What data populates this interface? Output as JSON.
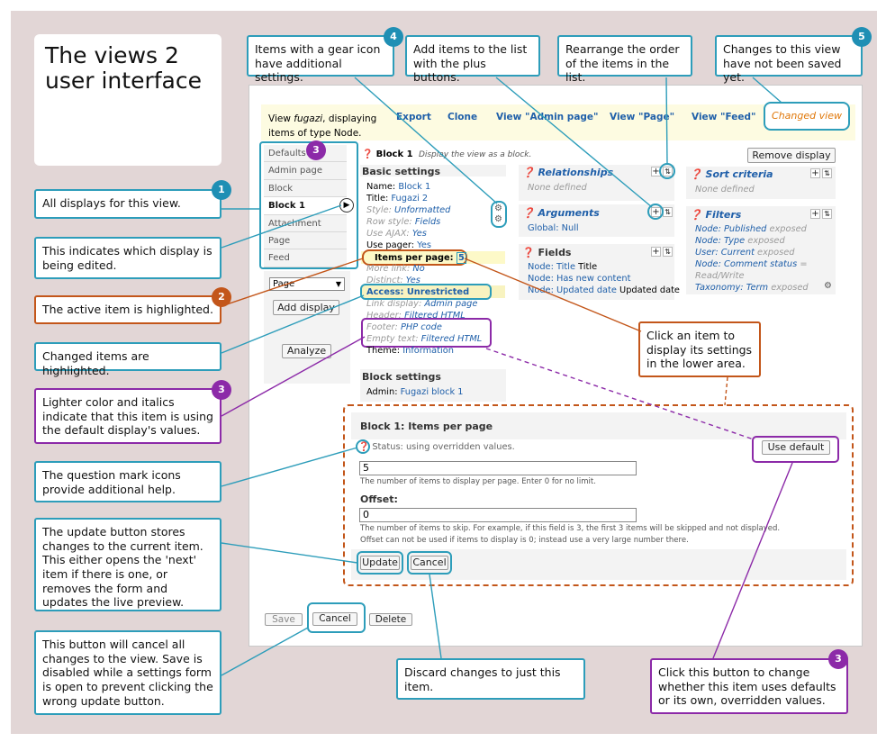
{
  "title": [
    "The views 2",
    "user interface"
  ],
  "callouts": {
    "c1": "All displays for this view.",
    "c_display": "This indicates which display is being edited.",
    "c2": "The active item is highlighted.",
    "c_changed": "Changed items are highlighted.",
    "c3": "Lighter color and italics indicate that this item is using the default display's values.",
    "c_question": "The question mark icons provide additional help.",
    "c_update": "The update button stores changes to the current item. This either opens the 'next' item if there is one, or removes the form and updates the live preview.",
    "c_cancel_all": "This button will cancel all changes to the view. Save is disabled while a settings form is open to prevent clicking the wrong update button.",
    "c_discard": "Discard changes to just this item.",
    "c_default": "Click this button to change whether this item uses defaults or its own, overridden values.",
    "c_click": "Click an item to display its settings in the lower area.",
    "c4": "Items with a gear icon have additional settings.",
    "c_plus": "Add items to the list with the plus buttons.",
    "c_rearrange": "Rearrange the order of the items in the list.",
    "c5": "Changes to this view have not been saved yet."
  },
  "badges": {
    "b1": "1",
    "b2": "2",
    "b3a": "3",
    "b3b": "3",
    "b3c": "3",
    "b4": "4",
    "b5": "5"
  },
  "header": {
    "view_prefix": "View ",
    "view_name": "fugazi",
    "view_suffix": ", displaying items of type Node.",
    "export": "Export",
    "clone": "Clone",
    "view_admin": "View \"Admin page\"",
    "view_page": "View \"Page\"",
    "view_feed": "View \"Feed\"",
    "changed": "Changed view"
  },
  "tabs": [
    "Defaults",
    "Admin page",
    "Block",
    "Block 1",
    "Attachment",
    "Page",
    "Feed"
  ],
  "left": {
    "select": "Page",
    "add_display": "Add display",
    "analyze": "Analyze"
  },
  "display": {
    "name": "Block 1",
    "desc": "Display the view as a block.",
    "remove": "Remove display"
  },
  "basic": {
    "heading": "Basic settings",
    "rows": [
      {
        "k": "Name:",
        "v": "Block 1"
      },
      {
        "k": "Title:",
        "v": "Fugazi 2"
      },
      {
        "k": "Style:",
        "v": "Unformatted"
      },
      {
        "k": "Row style:",
        "v": "Fields"
      },
      {
        "k": "Use AJAX:",
        "v": "Yes"
      },
      {
        "k": "Use pager:",
        "v": "Yes"
      }
    ],
    "items_per_page": "Items per page:",
    "items_val": "5",
    "more_link": {
      "k": "More link:",
      "v": "No"
    },
    "distinct": {
      "k": "Distinct:",
      "v": "Yes"
    },
    "access": "Access: Unrestricted",
    "link_display": {
      "k": "Link display:",
      "v": "Admin page"
    },
    "header": {
      "k": "Header:",
      "v": "Filtered HTML"
    },
    "footer": {
      "k": "Footer:",
      "v": "PHP code"
    },
    "empty": {
      "k": "Empty text:",
      "v": "Filtered HTML"
    },
    "theme": {
      "k": "Theme:",
      "v": "Information"
    }
  },
  "block_settings": {
    "heading": "Block settings",
    "k": "Admin:",
    "v": "Fugazi block 1"
  },
  "relationships": {
    "heading": "Relationships",
    "none": "None defined"
  },
  "arguments": {
    "heading": "Arguments",
    "row": "Global: Null"
  },
  "fields": {
    "heading": "Fields",
    "rows": [
      {
        "k": "Node:",
        "v": "Title",
        "t": "Title"
      },
      {
        "k": "Node:",
        "v": "Has new content",
        "t": ""
      },
      {
        "k": "Node:",
        "v": "Updated date",
        "t": "Updated date"
      }
    ]
  },
  "sort": {
    "heading": "Sort criteria",
    "none": "None defined"
  },
  "filters": {
    "heading": "Filters",
    "r1": {
      "a": "Node: Published",
      "b": " exposed"
    },
    "r2": {
      "a": "Node: Type",
      "b": " exposed"
    },
    "r3": {
      "a": "User: Current",
      "b": " exposed"
    },
    "r4a": {
      "a": "Node: Comment status",
      "b": " ="
    },
    "r4b": "Read/Write",
    "r5": {
      "a": "Taxonomy: Term",
      "b": " exposed"
    }
  },
  "form": {
    "title": "Block 1: Items per page",
    "status": "Status: using overridden values.",
    "use_default": "Use default",
    "value": "5",
    "help1": "The number of items to display per page. Enter 0 for no limit.",
    "offset_label": "Offset:",
    "offset_value": "0",
    "help2": "The number of items to skip. For example, if this field is 3, the first 3 items will be skipped and not displayed.",
    "help3": "Offset can not be used if items to display is 0; instead use a very large number there.",
    "update": "Update",
    "cancel": "Cancel"
  },
  "bottom": {
    "save": "Save",
    "cancel": "Cancel",
    "delete": "Delete"
  }
}
